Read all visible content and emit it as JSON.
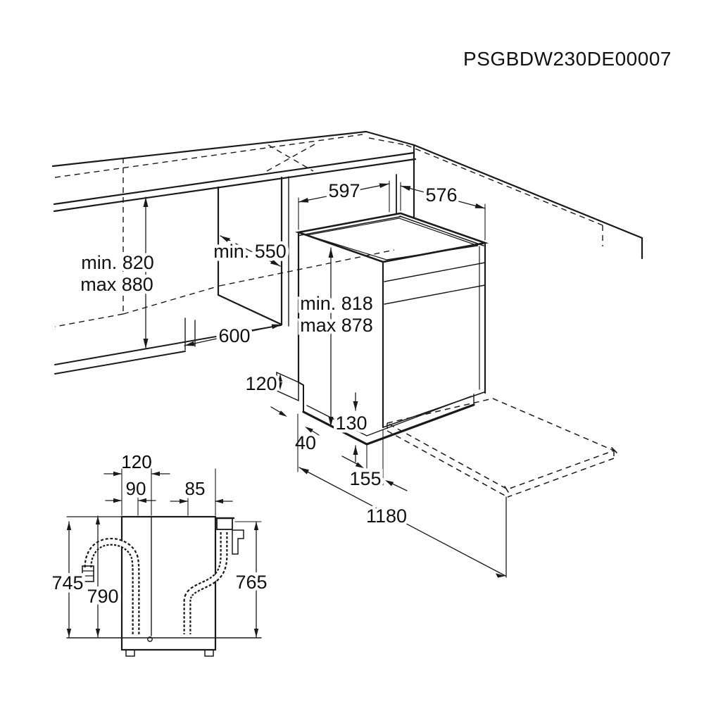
{
  "title": "PSGBDW230DE00007",
  "colors": {
    "line": "#1a1a1a",
    "background": "#ffffff"
  },
  "installation_view": {
    "cabinet_height_min": "min. 820",
    "cabinet_height_max": "max 880",
    "cabinet_depth_min": "min. 550",
    "niche_width": "600",
    "dishwasher_width": "597",
    "dishwasher_depth": "576",
    "dishwasher_height_min": "min. 818",
    "dishwasher_height_max": "max 878",
    "plinth_recess_height": "120",
    "plinth_inset": "40",
    "base_height": "130",
    "base_front_inset": "155",
    "depth_door_open": "1180"
  },
  "rear_view": {
    "cord_offset": "120",
    "drain_hose_offset": "90",
    "inlet_hose_offset": "85",
    "drain_hose_height": "745",
    "cord_height": "790",
    "inlet_hose_height": "765"
  }
}
